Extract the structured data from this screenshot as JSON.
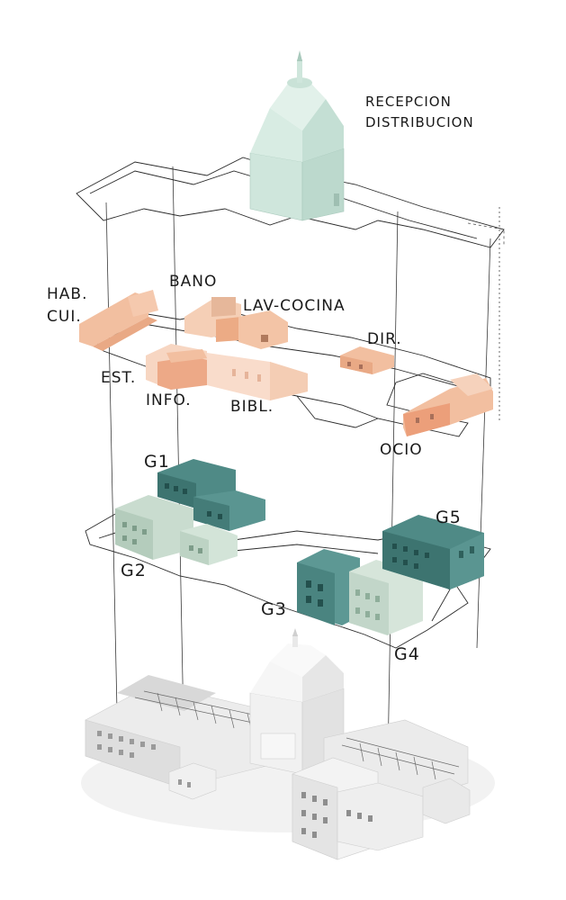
{
  "labels": {
    "recepcion": "RECEPCION",
    "distribucion": "DISTRIBUCION",
    "hab": "HAB.",
    "cui": "CUI.",
    "bano": "BANO",
    "lav_cocina": "LAV-COCINA",
    "dir": "DIR.",
    "est": "EST.",
    "info": "INFO.",
    "bibl": "BIBL.",
    "ocio": "OCIO",
    "g1": "G1",
    "g2": "G2",
    "g3": "G3",
    "g4": "G4",
    "g5": "G5"
  },
  "colors": {
    "reception": "#cfe6dc",
    "services": "#f2bfa0",
    "groups_dark": "#4f8a86",
    "groups_light": "#c9dccf",
    "base": "#eeeeee",
    "lines": "#2a2a2a"
  }
}
